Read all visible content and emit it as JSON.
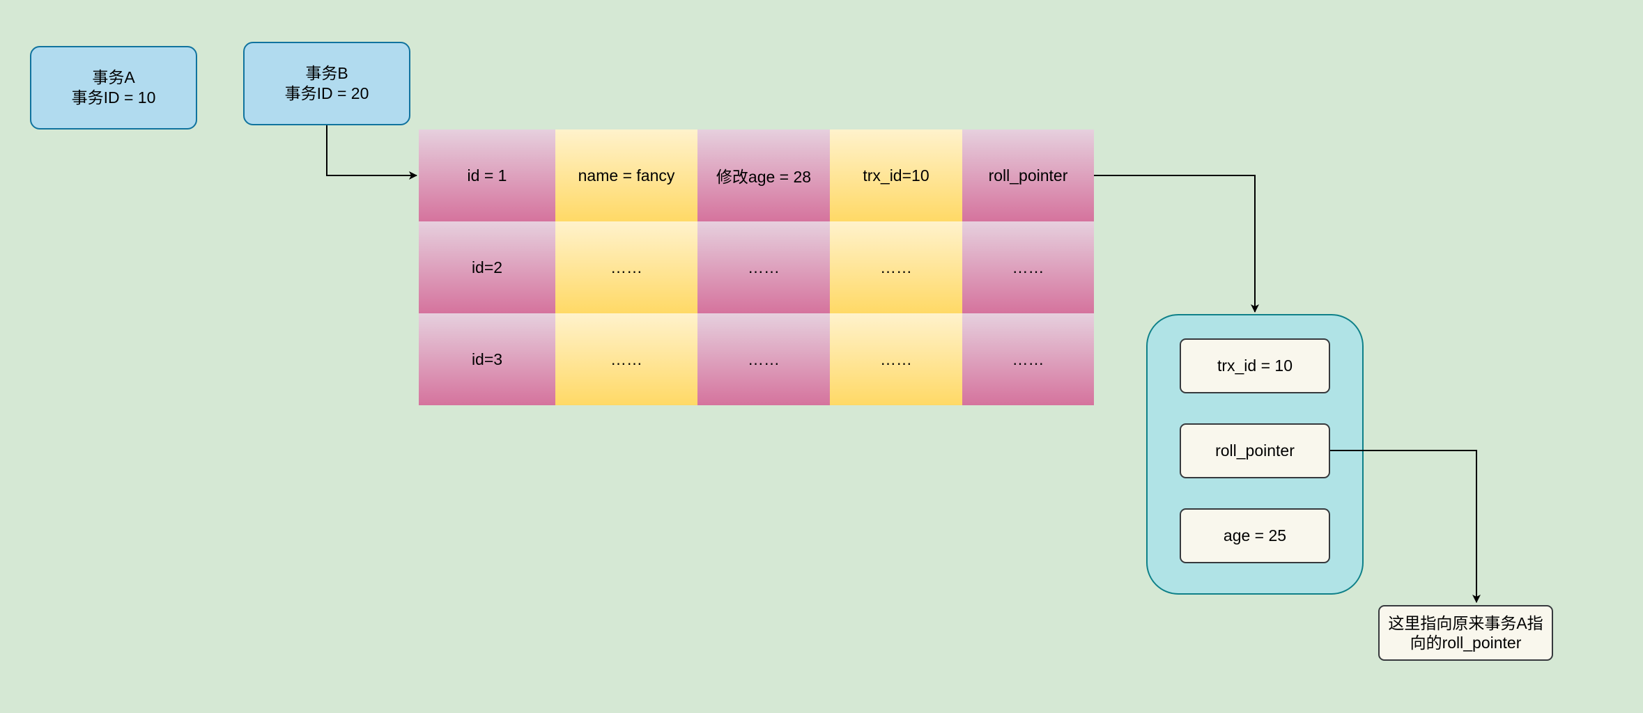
{
  "transactions": {
    "a": {
      "line1": "事务A",
      "line2": "事务ID = 10"
    },
    "b": {
      "line1": "事务B",
      "line2": "事务ID = 20"
    }
  },
  "table": {
    "rows": [
      [
        "id = 1",
        "name = fancy",
        "修改age = 28",
        "trx_id=10",
        "roll_pointer"
      ],
      [
        "id=2",
        "……",
        "……",
        "……",
        "……"
      ],
      [
        "id=3",
        "……",
        "……",
        "……",
        "……"
      ]
    ]
  },
  "undo_log": {
    "fields": [
      "trx_id = 10",
      "roll_pointer",
      "age = 25"
    ]
  },
  "note": {
    "line1": "这里指向原来事务A指",
    "line2": "向的roll_pointer"
  },
  "colors": {
    "background": "#d5e8d4",
    "transaction_fill": "#b1dbef",
    "transaction_stroke": "#10739e",
    "cell_pink_top": "#e6d0de",
    "cell_pink_bottom": "#d5739d",
    "cell_yellow_top": "#fff2cc",
    "cell_yellow_bottom": "#ffd966",
    "undo_fill": "#b0e3e6",
    "undo_stroke": "#0e8088",
    "field_fill": "#f9f7ed",
    "field_stroke": "#36393d",
    "edge": "#000000"
  }
}
